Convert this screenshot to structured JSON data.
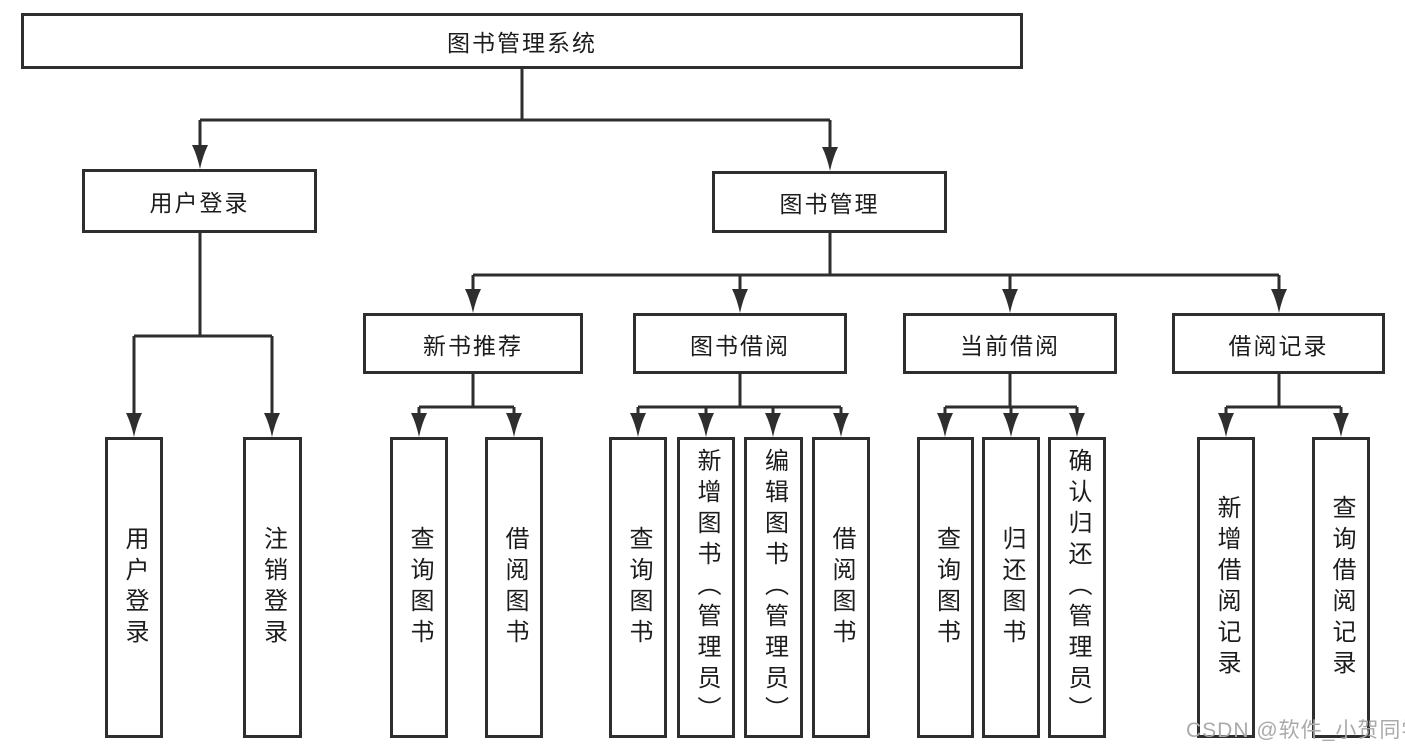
{
  "diagram": {
    "type": "hierarchy-tree",
    "colors": {
      "line": "#2e2e2e",
      "box_border": "#2e2e2e",
      "box_fill": "#ffffff",
      "text": "#1c1c1c",
      "watermark": "#aaaaaa",
      "background": "#ffffff"
    },
    "watermark": {
      "text": "CSDN @软件_小贺同学"
    },
    "nodes": {
      "root": {
        "label": "图书管理系统"
      },
      "user_login": {
        "label": "用户登录"
      },
      "book_mgmt": {
        "label": "图书管理"
      },
      "new_book_rec": {
        "label": "新书推荐"
      },
      "book_borrow": {
        "label": "图书借阅"
      },
      "current_borrow": {
        "label": "当前借阅"
      },
      "borrow_record": {
        "label": "借阅记录"
      },
      "leaf_user_login": {
        "label": "用户登录"
      },
      "leaf_logout": {
        "label": "注销登录"
      },
      "leaf_query_book_a": {
        "label": "查询图书"
      },
      "leaf_borrow_book_a": {
        "label": "借阅图书"
      },
      "leaf_query_book_b": {
        "label": "查询图书"
      },
      "leaf_add_book": {
        "label": "新增图书（管理员）"
      },
      "leaf_edit_book": {
        "label": "编辑图书（管理员）"
      },
      "leaf_borrow_book_b": {
        "label": "借阅图书"
      },
      "leaf_query_book_c": {
        "label": "查询图书"
      },
      "leaf_return_book": {
        "label": "归还图书"
      },
      "leaf_confirm_return": {
        "label": "确认归还（管理员）"
      },
      "leaf_add_record": {
        "label": "新增借阅记录"
      },
      "leaf_query_record": {
        "label": "查询借阅记录"
      }
    },
    "hierarchy": {
      "图书管理系统": [
        "用户登录",
        "图书管理"
      ],
      "用户登录": [
        "用户登录",
        "注销登录"
      ],
      "图书管理": [
        "新书推荐",
        "图书借阅",
        "当前借阅",
        "借阅记录"
      ],
      "新书推荐": [
        "查询图书",
        "借阅图书"
      ],
      "图书借阅": [
        "查询图书",
        "新增图书（管理员）",
        "编辑图书（管理员）",
        "借阅图书"
      ],
      "当前借阅": [
        "查询图书",
        "归还图书",
        "确认归还（管理员）"
      ],
      "借阅记录": [
        "新增借阅记录",
        "查询借阅记录"
      ]
    }
  }
}
